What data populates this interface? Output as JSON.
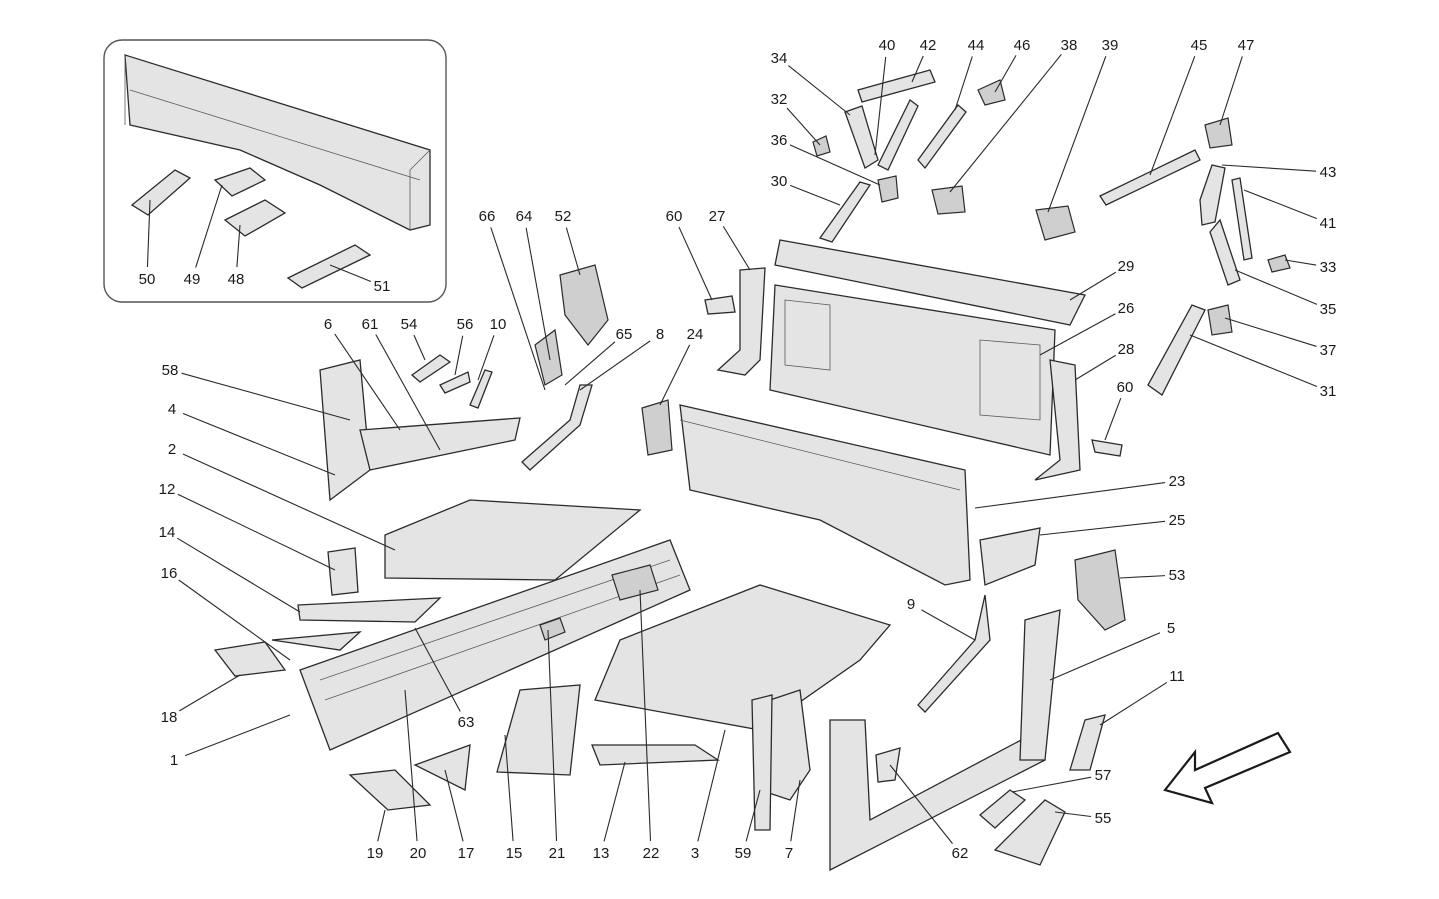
{
  "diagram": {
    "callouts": [
      {
        "id": "50",
        "label": "50"
      },
      {
        "id": "49",
        "label": "49"
      },
      {
        "id": "48",
        "label": "48"
      },
      {
        "id": "51",
        "label": "51"
      },
      {
        "id": "34",
        "label": "34"
      },
      {
        "id": "40",
        "label": "40"
      },
      {
        "id": "42",
        "label": "42"
      },
      {
        "id": "44",
        "label": "44"
      },
      {
        "id": "46",
        "label": "46"
      },
      {
        "id": "38",
        "label": "38"
      },
      {
        "id": "39",
        "label": "39"
      },
      {
        "id": "45",
        "label": "45"
      },
      {
        "id": "47",
        "label": "47"
      },
      {
        "id": "32",
        "label": "32"
      },
      {
        "id": "36",
        "label": "36"
      },
      {
        "id": "30",
        "label": "30"
      },
      {
        "id": "43",
        "label": "43"
      },
      {
        "id": "41",
        "label": "41"
      },
      {
        "id": "33",
        "label": "33"
      },
      {
        "id": "35",
        "label": "35"
      },
      {
        "id": "37",
        "label": "37"
      },
      {
        "id": "31",
        "label": "31"
      },
      {
        "id": "66",
        "label": "66"
      },
      {
        "id": "64",
        "label": "64"
      },
      {
        "id": "52",
        "label": "52"
      },
      {
        "id": "60a",
        "label": "60"
      },
      {
        "id": "27",
        "label": "27"
      },
      {
        "id": "29",
        "label": "29"
      },
      {
        "id": "26",
        "label": "26"
      },
      {
        "id": "28",
        "label": "28"
      },
      {
        "id": "60b",
        "label": "60"
      },
      {
        "id": "6",
        "label": "6"
      },
      {
        "id": "61",
        "label": "61"
      },
      {
        "id": "54",
        "label": "54"
      },
      {
        "id": "56",
        "label": "56"
      },
      {
        "id": "10",
        "label": "10"
      },
      {
        "id": "65",
        "label": "65"
      },
      {
        "id": "8",
        "label": "8"
      },
      {
        "id": "24",
        "label": "24"
      },
      {
        "id": "58",
        "label": "58"
      },
      {
        "id": "4",
        "label": "4"
      },
      {
        "id": "2",
        "label": "2"
      },
      {
        "id": "12",
        "label": "12"
      },
      {
        "id": "14",
        "label": "14"
      },
      {
        "id": "16",
        "label": "16"
      },
      {
        "id": "18",
        "label": "18"
      },
      {
        "id": "1",
        "label": "1"
      },
      {
        "id": "23",
        "label": "23"
      },
      {
        "id": "25",
        "label": "25"
      },
      {
        "id": "53",
        "label": "53"
      },
      {
        "id": "9",
        "label": "9"
      },
      {
        "id": "5",
        "label": "5"
      },
      {
        "id": "11",
        "label": "11"
      },
      {
        "id": "57",
        "label": "57"
      },
      {
        "id": "55",
        "label": "55"
      },
      {
        "id": "63",
        "label": "63"
      },
      {
        "id": "19",
        "label": "19"
      },
      {
        "id": "20",
        "label": "20"
      },
      {
        "id": "17",
        "label": "17"
      },
      {
        "id": "15",
        "label": "15"
      },
      {
        "id": "21",
        "label": "21"
      },
      {
        "id": "13",
        "label": "13"
      },
      {
        "id": "22",
        "label": "22"
      },
      {
        "id": "3",
        "label": "3"
      },
      {
        "id": "59",
        "label": "59"
      },
      {
        "id": "7",
        "label": "7"
      },
      {
        "id": "62",
        "label": "62"
      }
    ],
    "colors": {
      "part_fill": "#e4e4e4",
      "part_stroke": "#2b2b2b",
      "text": "#1a1a1a",
      "background": "#ffffff"
    },
    "icons": [
      "front-direction-arrow-icon"
    ]
  }
}
